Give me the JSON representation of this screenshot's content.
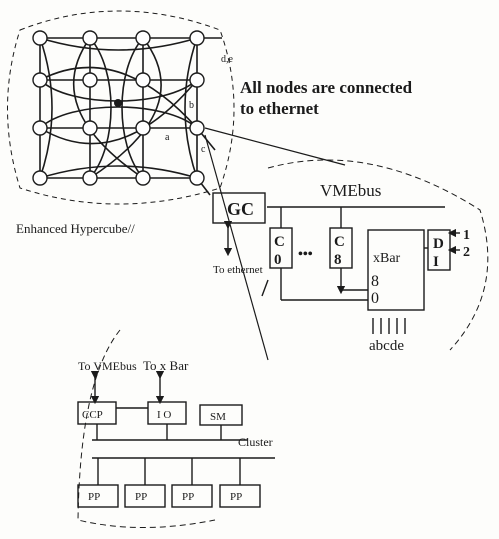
{
  "hypercube": {
    "caption": "Enhanced Hypercube//",
    "link_labels": [
      "d,e",
      "b",
      "a",
      "c"
    ]
  },
  "ethernet_note": {
    "line1": "All nodes are connected",
    "line2": "to ethernet"
  },
  "node_detail": {
    "bus_label": "VMEbus",
    "gc_label": "GC",
    "to_ethernet": "To ethernet",
    "c0_top": "C",
    "c0_bottom": "0",
    "dots": "•••",
    "c8_top": "C",
    "c8_bottom": "8",
    "xbar_label": "xBar",
    "di_top": "D",
    "di_bottom": "I",
    "port1": "1",
    "port2": "2",
    "eight": "8",
    "zero": "0",
    "ports": "abcde"
  },
  "cluster": {
    "to_vmebus": "To VMEbus",
    "to_xbar": "To x Bar",
    "ccp": "CCP",
    "io": "I O",
    "sm": "SM",
    "cluster_label": "Cluster",
    "pp_labels": [
      "PP",
      "PP",
      "PP",
      "PP"
    ]
  }
}
